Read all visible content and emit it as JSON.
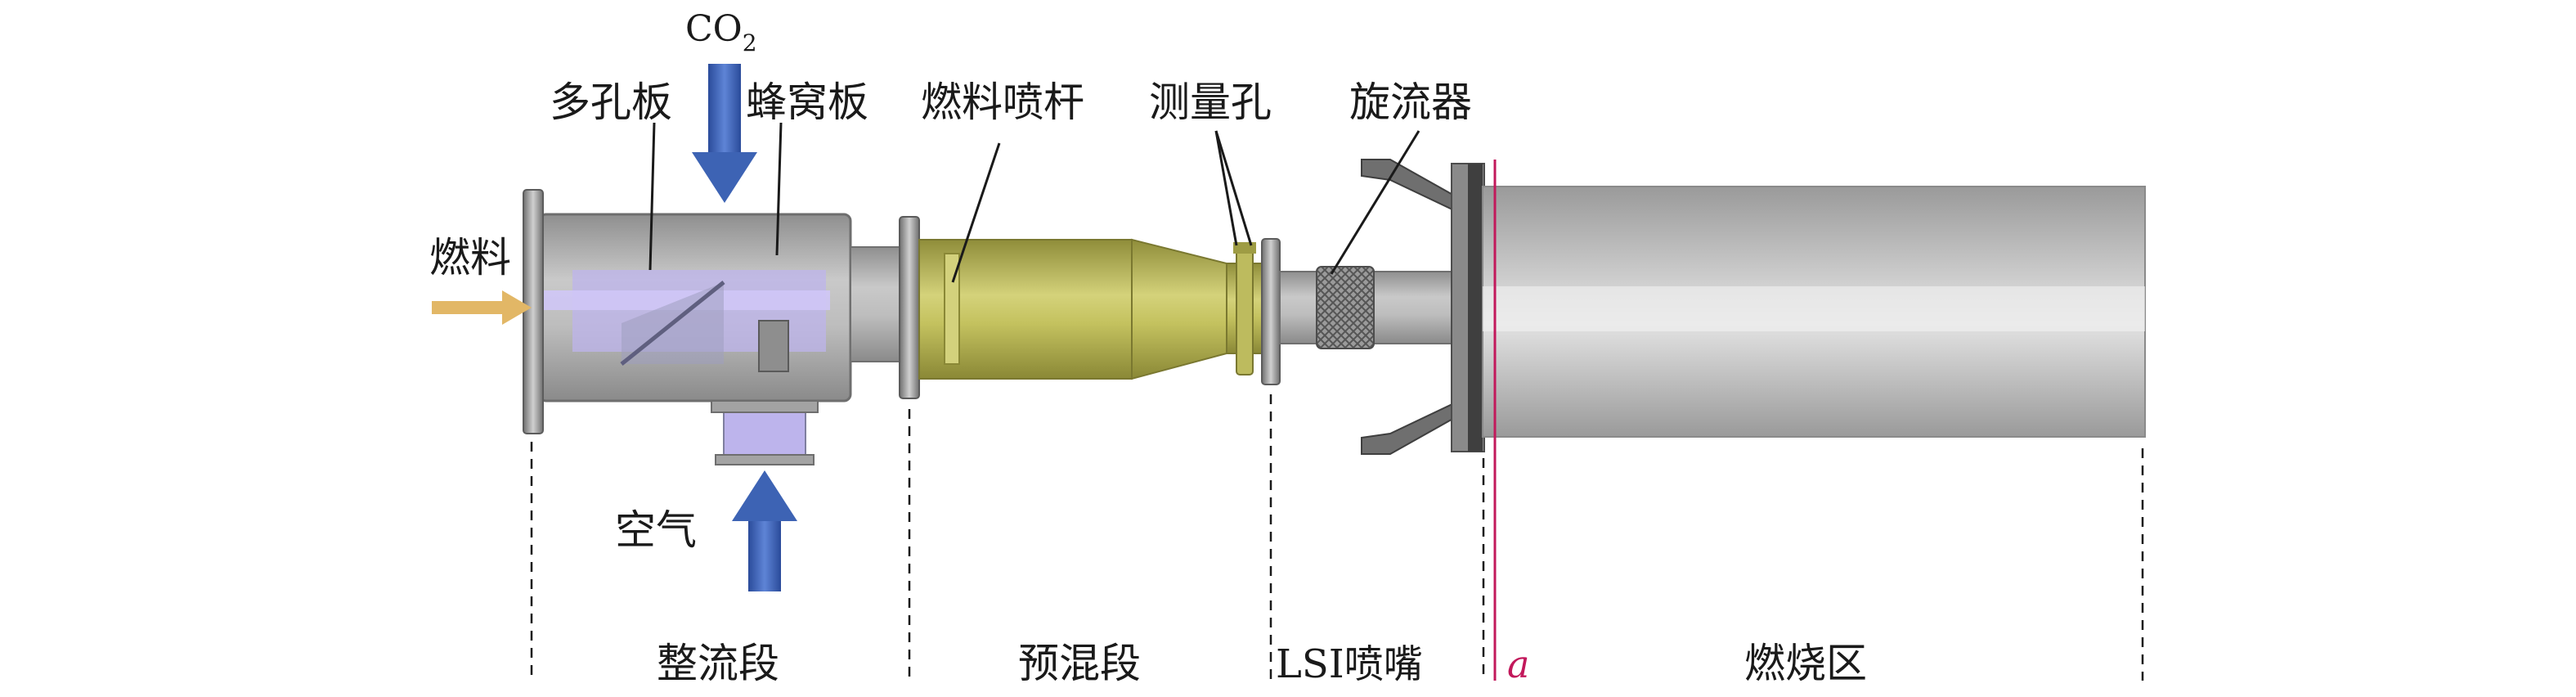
{
  "labels": {
    "co2": "CO",
    "co2_subscript": "2",
    "porous_plate": "多孔板",
    "honeycomb": "蜂窝板",
    "fuel_injector_rod": "燃料喷杆",
    "measurement_hole": "测量孔",
    "swirler": "旋流器",
    "fuel_inlet": "燃料",
    "air_inlet": "空气",
    "section_a": "a"
  },
  "sections": {
    "flow_straightening": "整流段",
    "premix": "预混段",
    "lsi_nozzle": "LSI喷嘴",
    "combustion": "燃烧区"
  },
  "colors": {
    "chamber_gray": "#a9a9a9",
    "premix_yellow": "#b9b74f",
    "gas_purple": "#bdb4ec",
    "arrow_blue": "#3d63b4",
    "fuel_arrow": "#e2b766",
    "section_line_red": "#c2185b",
    "text": "#1a1a1a"
  }
}
